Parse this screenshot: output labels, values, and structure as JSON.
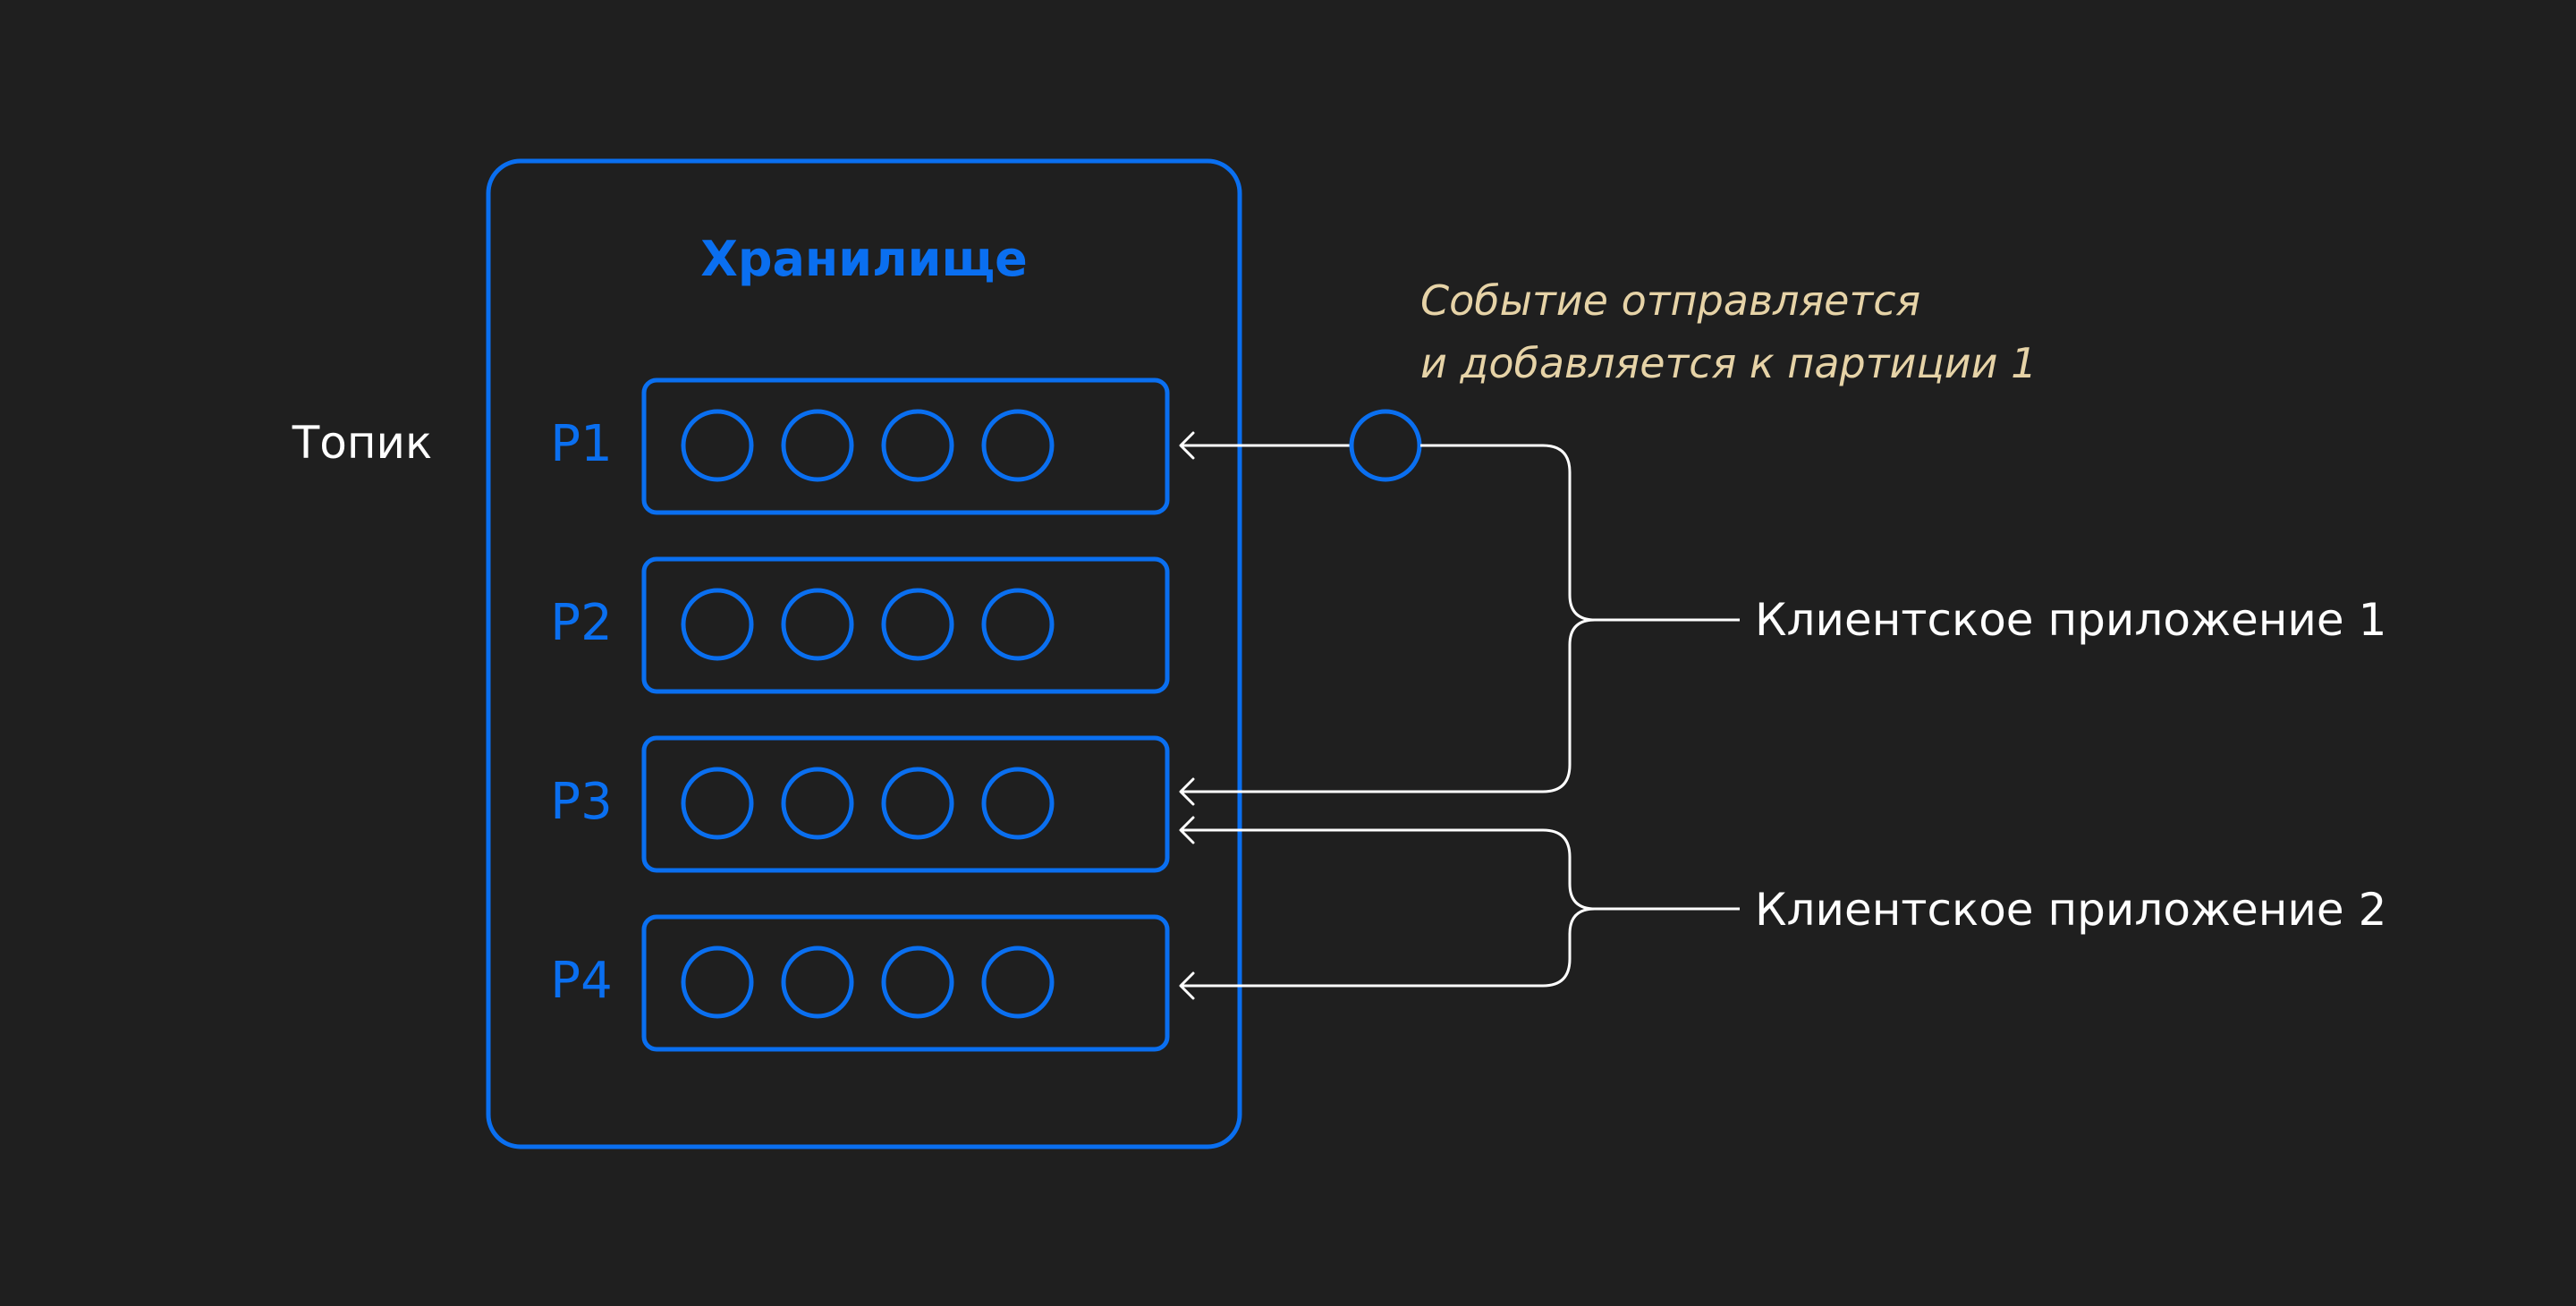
{
  "topic_label": "Топик",
  "storage_title": "Хранилище",
  "partitions": [
    {
      "label": "P1",
      "messages": 4
    },
    {
      "label": "P2",
      "messages": 4
    },
    {
      "label": "P3",
      "messages": 4
    },
    {
      "label": "P4",
      "messages": 4
    }
  ],
  "event_note": {
    "line1": "Событие отправляется",
    "line2": "и добавляется к партиции 1"
  },
  "clients": [
    {
      "label": "Клиентское приложение 1",
      "targets": [
        "P1",
        "P3"
      ]
    },
    {
      "label": "Клиентское приложение 2",
      "targets": [
        "P3",
        "P4"
      ]
    }
  ],
  "colors": {
    "background": "#1f1f1f",
    "accent_blue": "#0a6ff0",
    "note": "#e6d3a7",
    "text": "#ffffff"
  }
}
